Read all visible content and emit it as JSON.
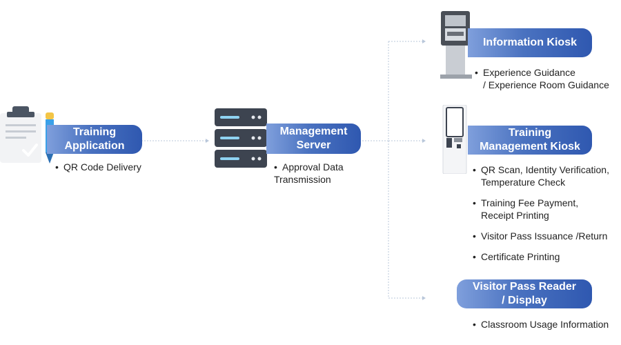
{
  "nodes": {
    "training_application": {
      "title_line1": "Training",
      "title_line2": "Application",
      "bullets": [
        [
          "QR Code Delivery"
        ]
      ]
    },
    "management_server": {
      "title_line1": "Management",
      "title_line2": "Server",
      "bullets": [
        [
          "Approval Data",
          "Transmission"
        ]
      ]
    },
    "information_kiosk": {
      "title": "Information Kiosk",
      "bullets": [
        [
          "Experience Guidance",
          "/ Experience Room Guidance"
        ]
      ]
    },
    "training_management_kiosk": {
      "title_line1": "Training",
      "title_line2": "Management Kiosk",
      "bullets": [
        [
          "QR Scan, Identity Verification,",
          "Temperature Check"
        ],
        [
          "Training Fee Payment,",
          "Receipt Printing"
        ],
        [
          "Visitor Pass Issuance /Return"
        ],
        [
          "Certificate Printing"
        ]
      ]
    },
    "visitor_pass_reader": {
      "title_line1": "Visitor Pass Reader",
      "title_line2": "/ Display",
      "bullets": [
        [
          "Classroom Usage Information"
        ]
      ]
    }
  },
  "icons": {
    "clipboard": "clipboard-icon",
    "pencil": "pencil-icon",
    "server": "server-rack-icon",
    "info_kiosk": "standing-kiosk-icon",
    "mgmt_kiosk": "touchscreen-kiosk-icon"
  },
  "colors": {
    "pill_dark": "#2f58b0",
    "pill_light": "#7f9fdc",
    "connector": "#b9c7da",
    "server": "#3d4450",
    "server_led": "#8fd3f2"
  }
}
